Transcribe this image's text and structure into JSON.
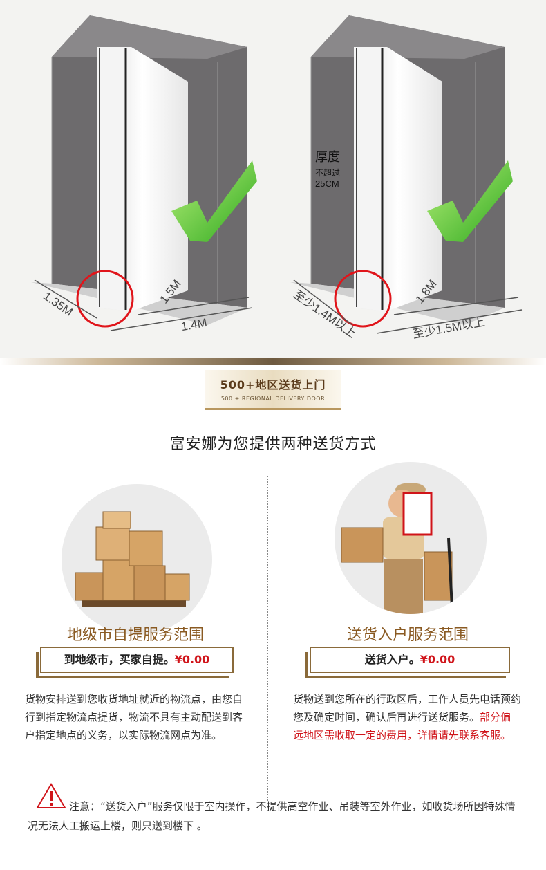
{
  "illustration": {
    "left": {
      "dims": [
        "1.35M",
        "1.5M",
        "1.4M"
      ]
    },
    "right": {
      "thickness_title": "厚度",
      "thickness_note": "不超过",
      "thickness_value": "25CM",
      "dims": [
        "至少1.4M以上",
        "1.8M",
        "至少1.5M以上"
      ]
    }
  },
  "badge": {
    "title": "500+地区送货上门",
    "subtitle": "500 + REGIONAL DELIVERY DOOR"
  },
  "headline": "富安娜为您提供两种送货方式",
  "services": [
    {
      "title": "地级市自提服务范围",
      "price_label": "到地级市，买家自提。",
      "price": "¥0.00",
      "description": "货物安排送到您收货地址就近的物流点，由您自行到指定物流点提货，物流不具有主动配送到客户指定地点的义务，以实际物流网点为准。"
    },
    {
      "title": "送货入户服务范围",
      "price_label": "送货入户。",
      "price": "¥0.00",
      "description": "货物送到您所在的行政区后，工作人员先电话预约您及确定时间，确认后再进行送货服务。",
      "highlight": "部分偏远地区需收取一定的费用，详情请先联系客服。"
    }
  ],
  "notice": {
    "label": "注意：",
    "text": "“送货入户”服务仅限于室内操作，不提供高空作业、吊装等室外作业，如收货场所因特殊情况无法人工搬运上楼，则只送到楼下 。"
  },
  "colors": {
    "accent_gold": "#8a6a3a",
    "price_red": "#d0141a",
    "check_green": "#4fc23a"
  }
}
